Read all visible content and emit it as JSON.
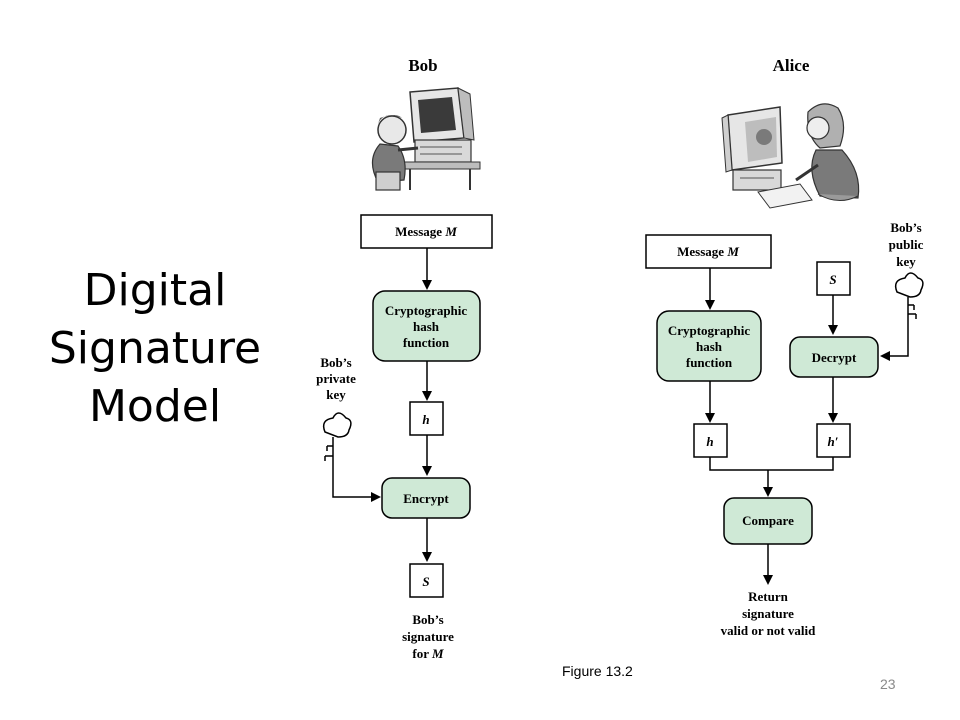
{
  "slide": {
    "title_lines": [
      "Digital",
      "Signature",
      "Model"
    ],
    "caption": "Figure 13.2",
    "page_number": "23"
  },
  "colors": {
    "process_fill": "#cfe9d6",
    "line": "#000000"
  },
  "bob": {
    "name": "Bob",
    "message": "Message",
    "message_var": "M",
    "hash_lines": [
      "Cryptographic",
      "hash",
      "function"
    ],
    "hash_var": "h",
    "key_lines": [
      "Bob’s",
      "private",
      "key"
    ],
    "encrypt": "Encrypt",
    "sig_var": "S",
    "signature_lines": [
      "Bob’s",
      "signature",
      "for"
    ],
    "signature_var": "M"
  },
  "alice": {
    "name": "Alice",
    "message": "Message",
    "message_var": "M",
    "hash_lines": [
      "Cryptographic",
      "hash",
      "function"
    ],
    "hash_var": "h",
    "sig_var": "S",
    "key_lines": [
      "Bob’s",
      "public",
      "key"
    ],
    "decrypt": "Decrypt",
    "decrypted_var": "h′",
    "compare": "Compare",
    "result_lines": [
      "Return",
      "signature",
      "valid or not valid"
    ]
  }
}
